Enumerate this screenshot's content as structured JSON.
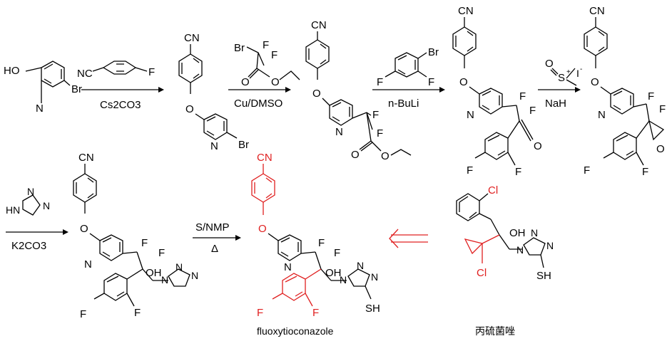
{
  "atoms": {
    "HO": "HO",
    "N": "N",
    "Br": "Br",
    "F": "F",
    "CN": "CN",
    "O": "O",
    "OH": "OH",
    "S": "S",
    "SH": "SH",
    "Cl": "Cl",
    "HN": "HN",
    "NC": "NC"
  },
  "reagents": {
    "step1_below": "Cs2CO3",
    "step2_below": "Cu/DMSO",
    "step3_below": "n-BuLi",
    "step4_below": "NaH",
    "step5_below": "K2CO3",
    "step6_above": "S/NMP",
    "step6_below": "Δ",
    "iodide": "I",
    "plus": "+",
    "minus": "-"
  },
  "labels": {
    "product_name": "fluoxytioconazole",
    "reference_name": "丙硫菌唑"
  },
  "colors": {
    "black": "#000000",
    "highlight": "#e02020"
  }
}
